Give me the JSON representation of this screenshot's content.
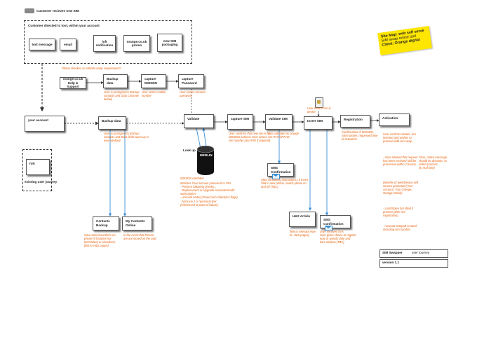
{
  "legend": {
    "label": "Customer recieves new SIM"
  },
  "sticky": {
    "line1": "Site Map: web self serve",
    "line2": "SIM swap online tool",
    "line3": "Client: Orange digital"
  },
  "channels": {
    "title": "Customer directed to tool, within your account",
    "items": [
      "text message",
      "email",
      "loft notification",
      "orange.co.uk promo",
      "new SIM packaging"
    ]
  },
  "top_row": {
    "note": "Phone checker, to validate swap requirement?",
    "helpsupport": "orange.co.uk Help & Support",
    "backup": {
      "label": "Backup data",
      "note": "User is prompted to Backup contacts and Data (Journey below)"
    },
    "msisdn": {
      "label": "capture MSISDN",
      "note": "User enters mobile number"
    },
    "password": {
      "label": "capture Password",
      "note": "User enters account password"
    }
  },
  "main_row": {
    "account": "your account",
    "backup": {
      "label": "Backup data",
      "note": "User is prompted to Backup contacts and Data (links open up in new window)"
    },
    "validate": {
      "label": "Validate"
    },
    "lookup": "Look up",
    "merlin": "MERLIN",
    "capture_sim": {
      "label": "capture SIM",
      "note": "User confirms that new sim is for MSISDN entered. User enters sim number (and PIN if required)"
    },
    "validate_sim": {
      "label": "Validate SIM",
      "note": "Sim validated as orange sim PAYG/PAYM"
    },
    "insert_sim": {
      "label": "Insert SIM",
      "note": "User inserts sim in device"
    },
    "registration": {
      "label": "Registration",
      "note": "Confirmation of MSISDN, SIM number, requested time of activation"
    },
    "activation": {
      "label": "Activation"
    }
  },
  "merlin_notes": {
    "title": "MSISDN validated",
    "body": "Matches Your account password or PIN\n- Perform following checks...\n- Replacement or Upgrade associated with subscription\n- Account status (Fraud and collections flags).\n- Not Line 2 or 'personal line'\n(referenced at point of failure)"
  },
  "sms1": {
    "label": "SMS Confirmation",
    "note": "SMS containing instructions i.e Insert SIM in new phone, switch phone on and off (TBC)"
  },
  "activation_notes": {
    "n1": "User confirms details, sim inserted and wishes to proceed with sim swap.",
    "n2": "- User advised that request has been received (will be processed within 2 hours)",
    "n3": "Time, notice message, should be dynamic, to reflect process\n(in real time)",
    "n4": "Benefits of Web/Device self service promoted (Your Account, Your Orange, Orange World).",
    "n5": "- Lost/Stolen bar lifted if present (after sim registration)",
    "n6": "- Account notepad created including sim number."
  },
  "ivr": {
    "label": "IVR",
    "caption": "existing user journey"
  },
  "contacts": {
    "label": "Contacts Backup",
    "note": "Save stored numbers on phone (if handset not lost/stolen) or elsewhere [link to H&S pages]"
  },
  "contents": {
    "label": "My Contents Online",
    "note": "In the event that Picture are are stored on the SIM"
  },
  "hs_article": {
    "label": "H&S Article",
    "note": "[link to relevant How to, H&S pages]"
  },
  "sms2": {
    "label": "SMS Confirmation",
    "note": "User receives sms\nUser given choice to register now or specify date and time window (TBC)"
  },
  "footer": {
    "title": "SIM Swapper",
    "subtitle": "user journey",
    "version": "version 1.1"
  },
  "colors": {
    "orange": "#e8620a",
    "blue": "#3a8fd4",
    "sticky": "#ffe600"
  }
}
